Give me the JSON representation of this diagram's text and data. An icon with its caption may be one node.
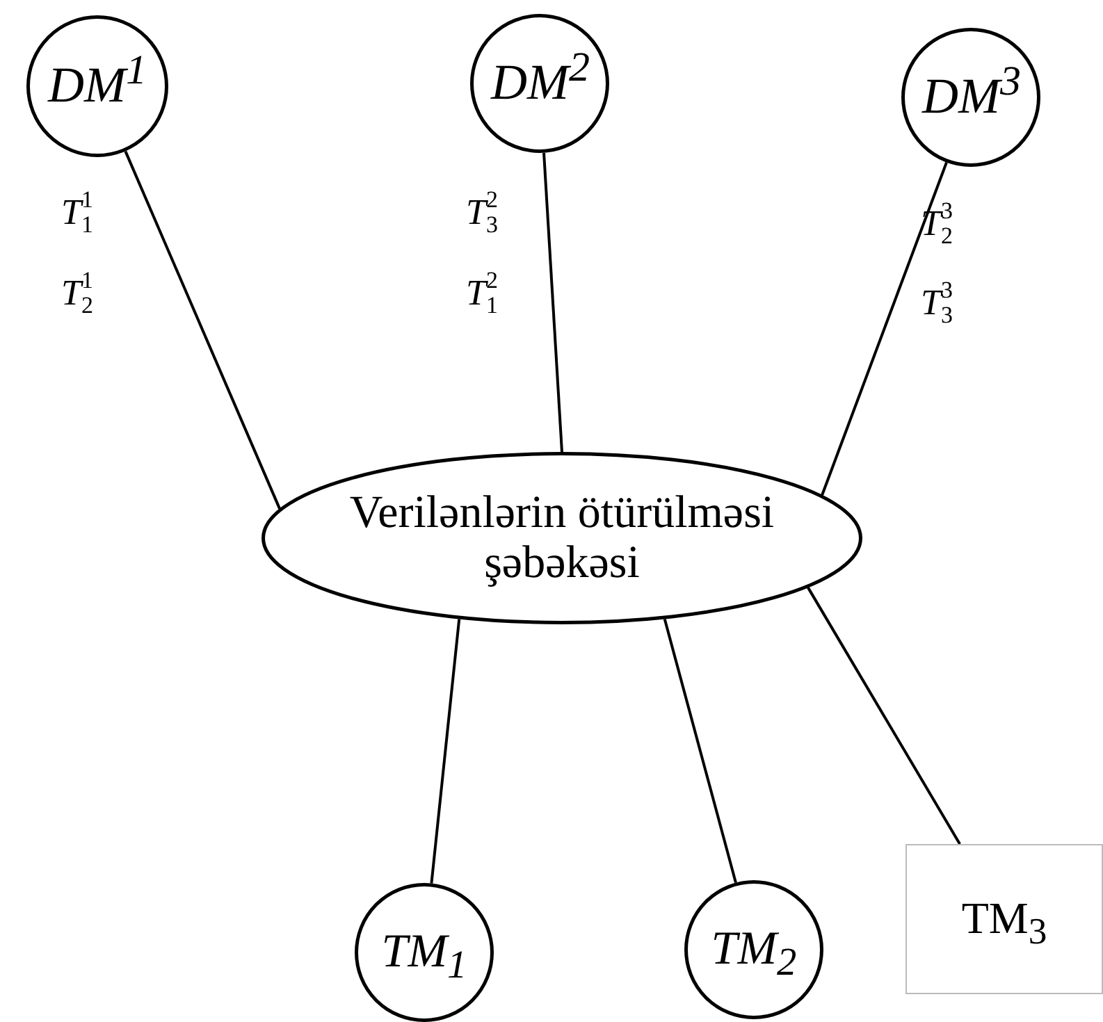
{
  "diagram": {
    "nodes": [
      {
        "text": [
          "DM$^{1}$"
        ]
      },
      {
        "text": [
          "DM$^{2}$"
        ]
      },
      {
        "text": [
          "DM$^{3}$"
        ]
      },
      {
        "text": [
          "Verilənlərin ötürülməsi şəbəkəsi"
        ]
      },
      {
        "text": [
          "TM$_{1}$"
        ]
      },
      {
        "text": [
          "TM$_{2}$"
        ]
      },
      {
        "text": [
          "TM$_{3}$"
        ]
      }
    ],
    "edges": [
      {
        "from": 0,
        "to": 3,
        "arrow": "none"
      },
      {
        "from": 1,
        "to": 3,
        "arrow": "none"
      },
      {
        "from": 2,
        "to": 3,
        "arrow": "none"
      },
      {
        "from": 3,
        "to": 4,
        "arrow": "none"
      },
      {
        "from": 3,
        "to": 5,
        "arrow": "none"
      },
      {
        "from": 3,
        "to": 6,
        "arrow": "none"
      }
    ],
    "labels": [
      "T$_{1}$$^{1}$",
      "T$_{3}$$^{2}$",
      "T$_{2}$$^{3}$",
      "T$_{2}$$^{1}$",
      "T$_{1}$$^{2}$",
      "T$_{3}$$^{3}$"
    ]
  }
}
